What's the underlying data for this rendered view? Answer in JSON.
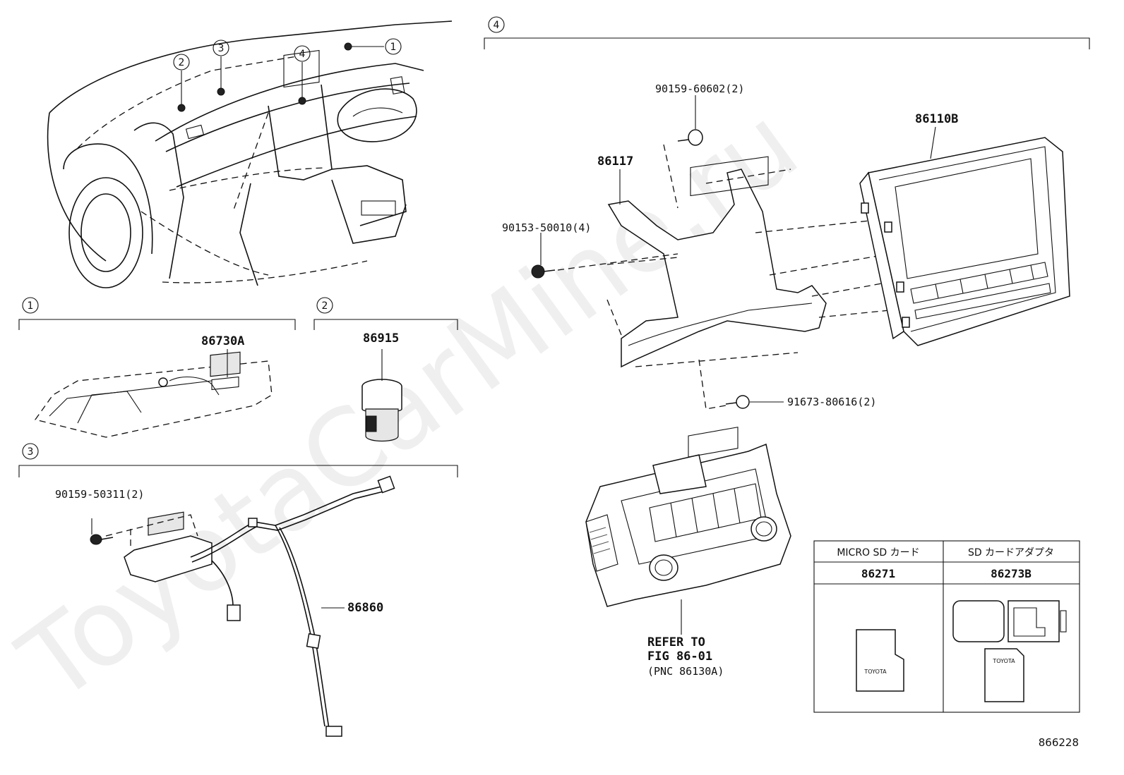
{
  "watermark": "ToyotaCarMine.ru",
  "figure_number": "866228",
  "callouts": {
    "c1": "1",
    "c2": "2",
    "c3": "3",
    "c4": "4"
  },
  "parts": {
    "p86730A": "86730A",
    "p86915": "86915",
    "p90159_50311": "90159-50311(2)",
    "p86860": "86860",
    "p90159_60602": "90159-60602(2)",
    "p86117": "86117",
    "p86110B": "86110B",
    "p90153_50010": "90153-50010(4)",
    "p91673_80616": "91673-80616(2)"
  },
  "reference": {
    "line1": "REFER TO",
    "line2": "FIG 86-01",
    "line3": "(PNC 86130A)"
  },
  "table": {
    "col1_header": "MICRO SD カード",
    "col2_header": "SD カードアダプタ",
    "col1_part": "86271",
    "col2_part": "86273B"
  },
  "card_logo": "TOYOTA"
}
